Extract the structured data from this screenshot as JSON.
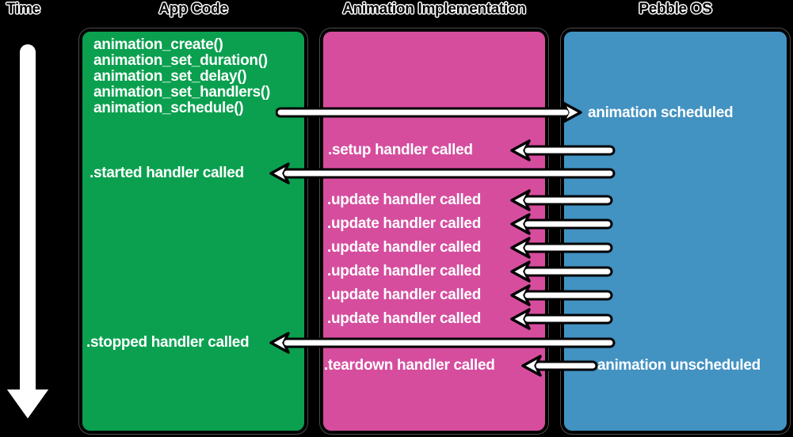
{
  "background": "#000000",
  "headers": {
    "time": "Time",
    "app_code": "App Code",
    "implementation": "Animation Implementation",
    "pebble_os": "Pebble OS"
  },
  "colors": {
    "app_code_box": "#0AA04F",
    "implementation_box": "#D64D9E",
    "pebble_os_box": "#4292C2",
    "arrow_fill": "#FFFFFF",
    "arrow_outline": "#000000",
    "label_text": "#FFFFFF",
    "background": "#000000"
  },
  "app_code": {
    "functions": [
      "animation_create()",
      "animation_set_duration()",
      "animation_set_delay()",
      "animation_set_handlers()",
      "animation_schedule()"
    ],
    "events": {
      "started": ".started handler called",
      "stopped": ".stopped handler called"
    }
  },
  "implementation": {
    "setup": ".setup handler called",
    "updates": [
      ".update handler called",
      ".update handler called",
      ".update handler called",
      ".update handler called",
      ".update handler called",
      ".update handler called"
    ],
    "teardown": ".teardown handler called"
  },
  "pebble_os": {
    "scheduled": "animation scheduled",
    "unscheduled": "animation unscheduled"
  }
}
